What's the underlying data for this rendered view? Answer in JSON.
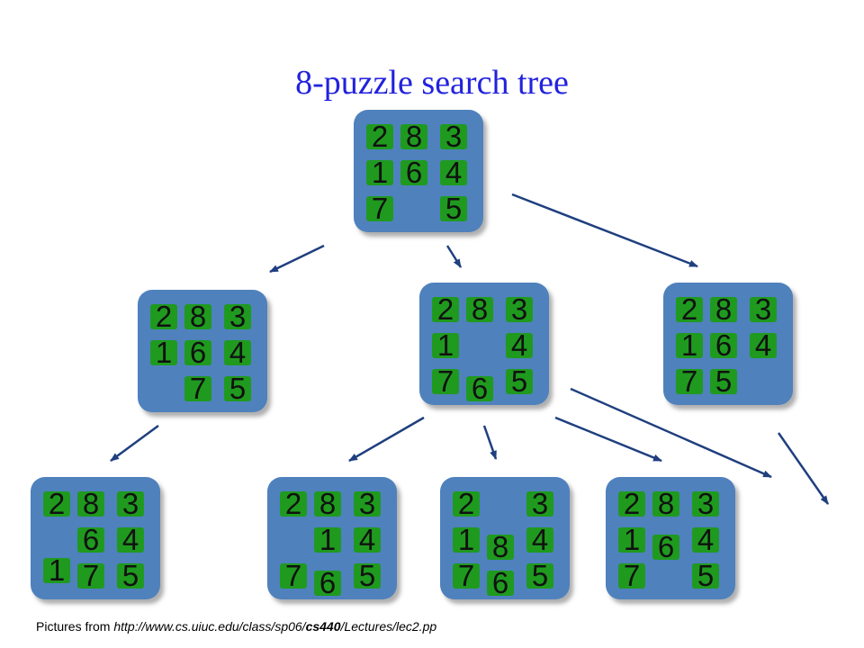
{
  "title": "8-puzzle search tree",
  "footer": {
    "prefix": "Pictures from ",
    "url_start": "http://www.cs.uiuc.edu/class/sp06/",
    "url_bold": "cs440",
    "url_end": "/Lectures/lec2.pp"
  },
  "colors": {
    "board": "#4f81bd",
    "tile": "#1f9a1f",
    "arrow": "#1f3f7f",
    "title": "#2222dd"
  },
  "boards": [
    {
      "id": "root",
      "tiles": [
        "2",
        "8",
        "3",
        "1",
        "6",
        "4",
        "7",
        "",
        "5"
      ]
    },
    {
      "id": "left",
      "tiles": [
        "2",
        "8",
        "3",
        "1",
        "6",
        "4",
        "",
        "7",
        "5"
      ]
    },
    {
      "id": "middle",
      "tiles": [
        "2",
        "8",
        "3",
        "1",
        "",
        "4",
        "7",
        "6",
        "5"
      ]
    },
    {
      "id": "right",
      "tiles": [
        "2",
        "8",
        "3",
        "1",
        "6",
        "4",
        "7",
        "5",
        ""
      ]
    },
    {
      "id": "left-child",
      "tiles": [
        "2",
        "8",
        "3",
        "",
        "6",
        "4",
        "1",
        "7",
        "5"
      ]
    },
    {
      "id": "middle-child-1",
      "tiles": [
        "2",
        "8",
        "3",
        "",
        "1",
        "4",
        "7",
        "6",
        "5"
      ]
    },
    {
      "id": "middle-child-2",
      "tiles": [
        "2",
        "",
        "3",
        "1",
        "8",
        "4",
        "7",
        "6",
        "5"
      ]
    },
    {
      "id": "middle-child-3",
      "tiles": [
        "2",
        "8",
        "3",
        "1",
        "6",
        "4",
        "7",
        "",
        "5"
      ]
    }
  ],
  "edges": [
    {
      "from": "root",
      "to": "left"
    },
    {
      "from": "root",
      "to": "middle"
    },
    {
      "from": "root",
      "to": "right"
    },
    {
      "from": "left",
      "to": "left-child"
    },
    {
      "from": "middle",
      "to": "middle-child-1"
    },
    {
      "from": "middle",
      "to": "middle-child-2"
    },
    {
      "from": "middle",
      "to": "middle-child-3"
    },
    {
      "from": "middle",
      "to": "offscreen-1"
    },
    {
      "from": "right",
      "to": "offscreen-2"
    }
  ]
}
